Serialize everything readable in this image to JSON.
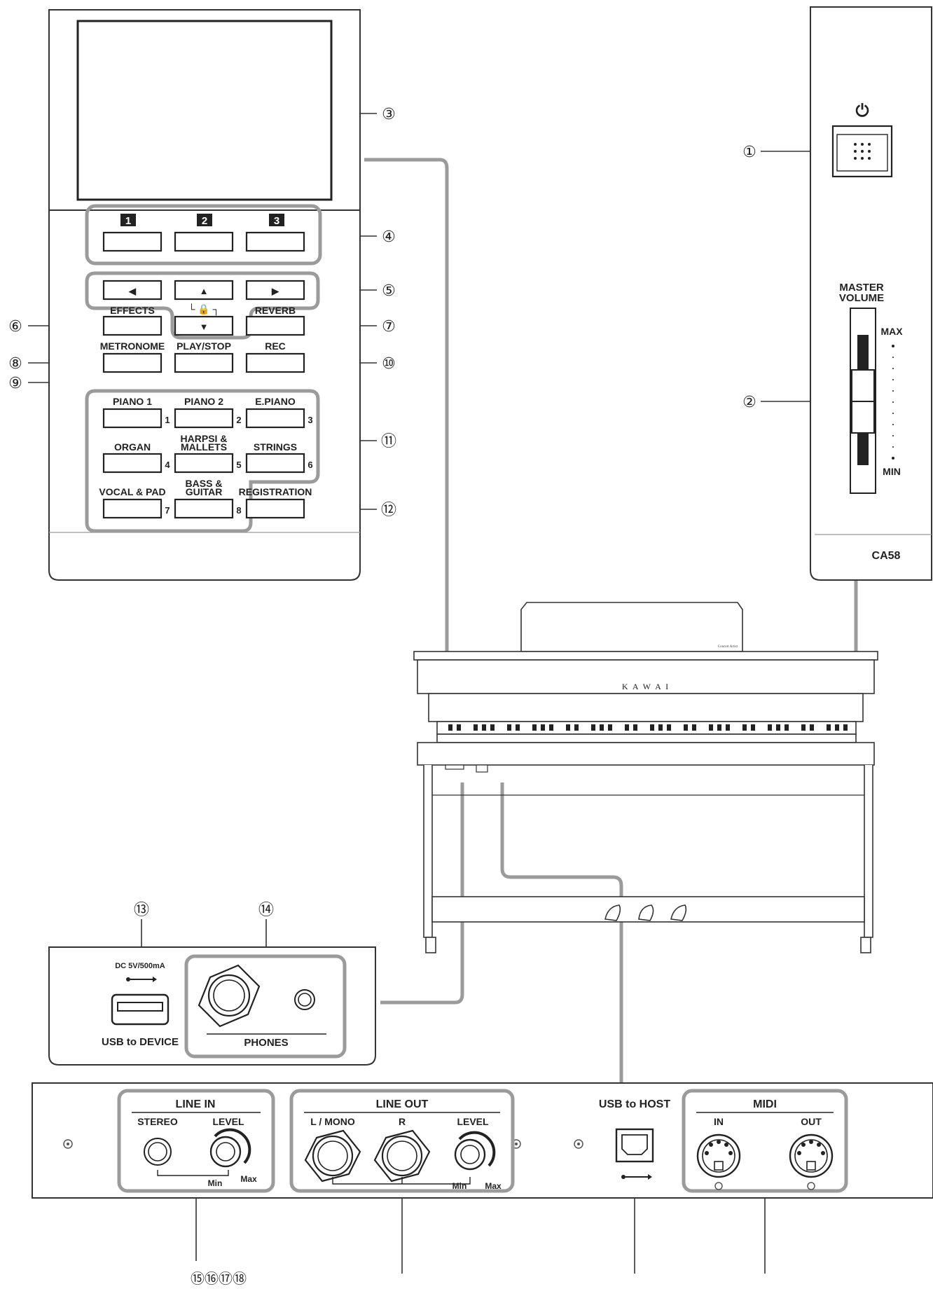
{
  "colors": {
    "ink": "#222222",
    "lead": "#9b9b9b",
    "panel": "#ffffff"
  },
  "power_symbol": "⏻",
  "callouts": [
    "①",
    "②",
    "③",
    "④",
    "⑤",
    "⑥",
    "⑦",
    "⑧",
    "⑨",
    "⑩",
    "⑪",
    "⑫",
    "⑬",
    "⑭"
  ],
  "callouts_bottom": "⑮⑯⑰⑱",
  "control_panel": {
    "screen_buttons": [
      "1",
      "2",
      "3"
    ],
    "nav_left": "◀",
    "nav_up": "▲",
    "nav_right": "▶",
    "nav_down": "▼",
    "lock_label": "└ 🔒 ┐",
    "effects": "EFFECTS",
    "reverb": "REVERB",
    "metronome": "METRONOME",
    "play_stop": "PLAY/STOP",
    "rec": "REC",
    "sounds": [
      {
        "name": "PIANO 1",
        "num": "1"
      },
      {
        "name": "PIANO 2",
        "num": "2"
      },
      {
        "name": "E.PIANO",
        "num": "3"
      },
      {
        "name": "ORGAN",
        "num": "4"
      },
      {
        "name": "HARPSI &",
        "name2": "MALLETS",
        "num": "5"
      },
      {
        "name": "STRINGS",
        "num": "6"
      },
      {
        "name": "VOCAL & PAD",
        "num": "7"
      },
      {
        "name": "BASS &",
        "name2": "GUITAR",
        "num": "8"
      }
    ],
    "registration": "REGISTRATION"
  },
  "side_panel": {
    "master": "MASTER",
    "volume": "VOLUME",
    "max": "MAX",
    "min": "MIN",
    "model": "CA58"
  },
  "piano": {
    "brand": "K A W A I"
  },
  "jack_panel": {
    "dc_spec": "DC 5V/500mA",
    "usb_device": "USB to DEVICE",
    "phones": "PHONES"
  },
  "rear_panel": {
    "line_in": "LINE IN",
    "stereo": "STEREO",
    "level": "LEVEL",
    "min": "Min",
    "max": "Max",
    "line_out": "LINE OUT",
    "l_mono": "L / MONO",
    "r": "R",
    "usb_host": "USB to HOST",
    "midi": "MIDI",
    "midi_in": "IN",
    "midi_out": "OUT"
  }
}
